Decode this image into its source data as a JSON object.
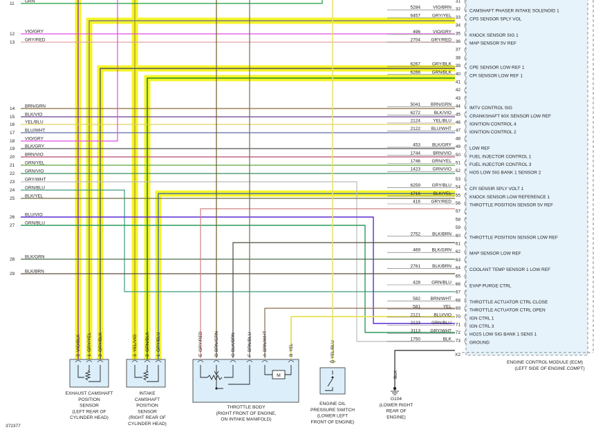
{
  "diagram_id": "372377",
  "ecm": {
    "title_line1": "ENGINE CONTROL MODULE (ECM)",
    "title_line2": "(LEFT SIDE OF ENGINE COMPT)"
  },
  "colors": {
    "yellow_highlight": "#f4f42a",
    "ecm_fill": "#e6f3fb",
    "component_fill": "#dbeefa"
  },
  "left_pins": [
    {
      "num": "11",
      "label": "GRN"
    },
    {
      "num": "12",
      "label": "VIO/GRY"
    },
    {
      "num": "13",
      "label": "GRY/RED"
    },
    {
      "num": "14",
      "label": "BRN/GRN"
    },
    {
      "num": "15",
      "label": "BLK/VIO"
    },
    {
      "num": "16",
      "label": "YEL/BLU"
    },
    {
      "num": "17",
      "label": "BLU/WHT"
    },
    {
      "num": "18",
      "label": "VIO/GRY"
    },
    {
      "num": "19",
      "label": "BLK/GRY"
    },
    {
      "num": "20",
      "label": "BRN/VIO"
    },
    {
      "num": "21",
      "label": "GRN/YEL"
    },
    {
      "num": "22",
      "label": "GRN/VIO"
    },
    {
      "num": "23",
      "label": "GRY/WHT"
    },
    {
      "num": "24",
      "label": "GRN/BLU"
    },
    {
      "num": "25",
      "label": "BLK/YEL"
    },
    {
      "num": "26",
      "label": "BLU/VIO"
    },
    {
      "num": "27",
      "label": "GRN/BLU"
    },
    {
      "num": "28",
      "label": "BLK/GRN"
    },
    {
      "num": "29",
      "label": "BLK/BRN"
    }
  ],
  "ecm_pins": [
    {
      "pin": "31",
      "circuit": "",
      "color": "",
      "name": ""
    },
    {
      "pin": "32",
      "circuit": "5284",
      "color": "VIO/BRN",
      "name": "CAMSHAFT PHASER INTAKE SOLENOID 1"
    },
    {
      "pin": "33",
      "circuit": "6457",
      "color": "GRY/YEL",
      "name": "CPS SENSOR SPLY VOL"
    },
    {
      "pin": "34",
      "circuit": "",
      "color": "",
      "name": ""
    },
    {
      "pin": "35",
      "circuit": "496",
      "color": "VIO/GRY",
      "name": "KNOCK SENSOR SIG 1"
    },
    {
      "pin": "36",
      "circuit": "2704",
      "color": "GRY/RED",
      "name": "MAP SENSOR 5V REF"
    },
    {
      "pin": "37",
      "circuit": "",
      "color": "",
      "name": ""
    },
    {
      "pin": "38",
      "circuit": "",
      "color": "",
      "name": ""
    },
    {
      "pin": "39",
      "circuit": "6267",
      "color": "GRY/BLK",
      "name": "CPE SENSOR LOW REF 1"
    },
    {
      "pin": "40",
      "circuit": "6266",
      "color": "GRN/BLK",
      "name": "CPI SENSOR LOW REF 1"
    },
    {
      "pin": "41",
      "circuit": "",
      "color": "",
      "name": ""
    },
    {
      "pin": "42",
      "circuit": "",
      "color": "",
      "name": ""
    },
    {
      "pin": "43",
      "circuit": "",
      "color": "",
      "name": ""
    },
    {
      "pin": "44",
      "circuit": "5041",
      "color": "BRN/GRN",
      "name": "IMTV CONTROL SIG"
    },
    {
      "pin": "45",
      "circuit": "6272",
      "color": "BLK/VIO",
      "name": "CRANKSHAFT 60X SENSOR LOW REF"
    },
    {
      "pin": "46",
      "circuit": "2124",
      "color": "YEL/BLU",
      "name": "IGNITION CONTROL 4"
    },
    {
      "pin": "47",
      "circuit": "2122",
      "color": "BLU/WHT",
      "name": "IGNITION CONTROL 2"
    },
    {
      "pin": "48",
      "circuit": "",
      "color": "",
      "name": ""
    },
    {
      "pin": "49",
      "circuit": "453",
      "color": "BLK/GRY",
      "name": "LOW REF"
    },
    {
      "pin": "50",
      "circuit": "1744",
      "color": "BRN/VIO",
      "name": "FUEL INJECTOR CONTROL 1"
    },
    {
      "pin": "51",
      "circuit": "1746",
      "color": "GRN/YEL",
      "name": "FUEL INJECTOR CONTROL 3"
    },
    {
      "pin": "52",
      "circuit": "1423",
      "color": "GRN/VIO",
      "name": "HOS LOW SIG BANK 1 SENSOR 2"
    },
    {
      "pin": "53",
      "circuit": "",
      "color": "",
      "name": ""
    },
    {
      "pin": "54",
      "circuit": "6259",
      "color": "GRY/BLU",
      "name": "CPI SENSIR SPLY VOLT 1"
    },
    {
      "pin": "55",
      "circuit": "1716",
      "color": "BLK/YEL",
      "name": "KNOCK SENSOR LOW REFERENCE 1"
    },
    {
      "pin": "56",
      "circuit": "416",
      "color": "GRY/RED",
      "name": "THROTTLE POSITION SENSOR 5V REF"
    },
    {
      "pin": "57",
      "circuit": "",
      "color": "",
      "name": ""
    },
    {
      "pin": "58",
      "circuit": "",
      "color": "",
      "name": ""
    },
    {
      "pin": "59",
      "circuit": "",
      "color": "",
      "name": ""
    },
    {
      "pin": "60",
      "circuit": "2752",
      "color": "BLK/BRN",
      "name": "THROTTLE POSITION SENSOR LOW REF"
    },
    {
      "pin": "61",
      "circuit": "",
      "color": "",
      "name": ""
    },
    {
      "pin": "62",
      "circuit": "469",
      "color": "BLK/GRN",
      "name": "MAP SENSOR LOW REF"
    },
    {
      "pin": "63",
      "circuit": "",
      "color": "",
      "name": ""
    },
    {
      "pin": "64",
      "circuit": "2761",
      "color": "BLK/BRN",
      "name": "COOLANT TEMP SENSOR 1 LOW REF"
    },
    {
      "pin": "65",
      "circuit": "",
      "color": "",
      "name": ""
    },
    {
      "pin": "66",
      "circuit": "428",
      "color": "GRN/BLU",
      "name": "EVAP PURGE CTRL"
    },
    {
      "pin": "67",
      "circuit": "",
      "color": "",
      "name": ""
    },
    {
      "pin": "68",
      "circuit": "582",
      "color": "BRN/WHT",
      "name": "THROTTLE ACTUATOR CTRL CLOSE"
    },
    {
      "pin": "69",
      "circuit": "581",
      "color": "YEL",
      "name": "THROTTLE ACTUATOR CTRL OPEN"
    },
    {
      "pin": "70",
      "circuit": "2121",
      "color": "BLU/VIO",
      "name": "IGN CTRL 1"
    },
    {
      "pin": "71",
      "circuit": "2123",
      "color": "GRN/BLU",
      "name": "IGN CTRL 3"
    },
    {
      "pin": "72",
      "circuit": "3113",
      "color": "GRY/WHT",
      "name": "HO2S LOW SIG BANK 1 SENS 1"
    },
    {
      "pin": "73",
      "circuit": "1750",
      "color": "BLK",
      "name": "GROUND"
    }
  ],
  "x2_label": "X2",
  "components": {
    "exhaust_cam": {
      "pins": [
        {
          "num": "3",
          "label": "VIO/BLK"
        },
        {
          "num": "1",
          "label": "GRY/YEL"
        },
        {
          "num": "2",
          "label": "GRY/BLK"
        }
      ],
      "caption": [
        "EXHAUST CAMSHAFT",
        "POSITION",
        "SENSOR",
        "(LEFT REAR OF",
        "CYLINDER HEAD)"
      ]
    },
    "intake_cam": {
      "pins": [
        {
          "num": "3",
          "label": "YEL/VIO"
        },
        {
          "num": "2",
          "label": "GRN/BLK"
        },
        {
          "num": "1",
          "label": "GRY/BLU"
        }
      ],
      "caption": [
        "INTAKE",
        "CAMSHAFT",
        "POSITION",
        "SENSOR",
        "(RIGHT REAR OF",
        "CYLINDER HEAD)"
      ]
    },
    "throttle_body": {
      "pins": [
        {
          "num": "E",
          "label": "GRY/RED"
        },
        {
          "num": "D",
          "label": "BRN/GRN"
        },
        {
          "num": "C",
          "label": "BLK/BRN"
        },
        {
          "num": "F",
          "label": "BRN/BLU"
        },
        {
          "num": "A",
          "label": "BRN/WHT"
        },
        {
          "num": "B",
          "label": "YEL"
        }
      ],
      "motor_label": "M",
      "caption": [
        "THROTTLE BODY",
        "(RIGHT FRONT OF ENGINE,",
        "ON INTAKE MANIFOLD)"
      ]
    },
    "oil_switch": {
      "pins": [
        {
          "num": "1",
          "label": "YEL/BLU"
        }
      ],
      "caption": [
        "ENGINE OIL",
        "PRESSURE SWITCH",
        "(LOWER LEFT",
        "FRONT OF ENGINE)"
      ]
    },
    "ground": {
      "wire_label": "BLK",
      "caption": [
        "G104",
        "(LOWER RIGHT",
        "REAR OF",
        "ENGINE)"
      ]
    }
  }
}
